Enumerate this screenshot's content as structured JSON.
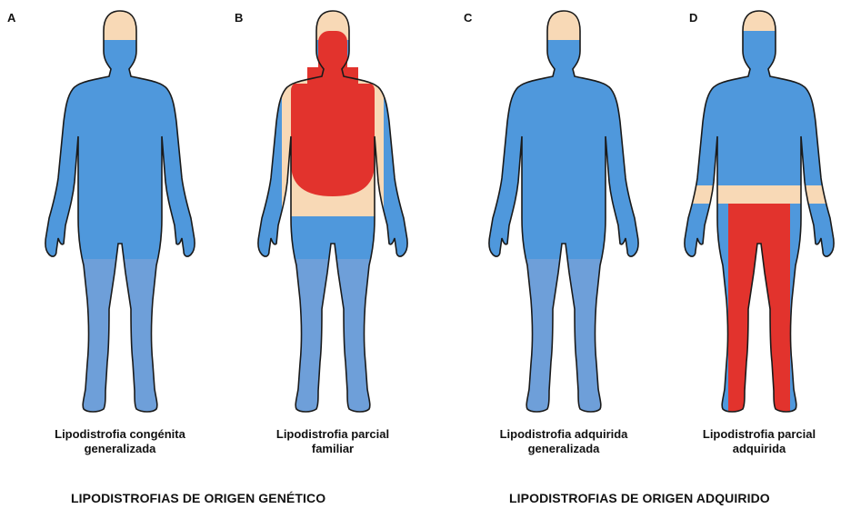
{
  "colors": {
    "blue_body": "#4f98dc",
    "blue_legs": "#6e9fd9",
    "beige": "#f8d9b6",
    "red": "#e2332d",
    "outline": "#1a1a1a"
  },
  "panels": [
    {
      "letter": "A",
      "caption_line1": "Lipodistrofia congénita",
      "caption_line2": "generalizada",
      "icon": "human-silhouette-icon",
      "pattern": "generalized-loss-face-preserved"
    },
    {
      "letter": "B",
      "caption_line1": "Lipodistrofia parcial",
      "caption_line2": "familiar",
      "icon": "human-silhouette-icon",
      "pattern": "trunk-face-accumulation-limb-loss"
    },
    {
      "letter": "C",
      "caption_line1": "Lipodistrofia adquirida",
      "caption_line2": "generalizada",
      "icon": "human-silhouette-icon",
      "pattern": "generalized-loss-face-preserved"
    },
    {
      "letter": "D",
      "caption_line1": "Lipodistrofia parcial",
      "caption_line2": "adquirida",
      "icon": "human-silhouette-icon",
      "pattern": "upper-body-loss-lower-body-accumulation"
    }
  ],
  "groups": [
    {
      "title": "LIPODISTROFIAS DE ORIGEN GENÉTICO"
    },
    {
      "title": "LIPODISTROFIAS DE ORIGEN ADQUIRIDO"
    }
  ]
}
